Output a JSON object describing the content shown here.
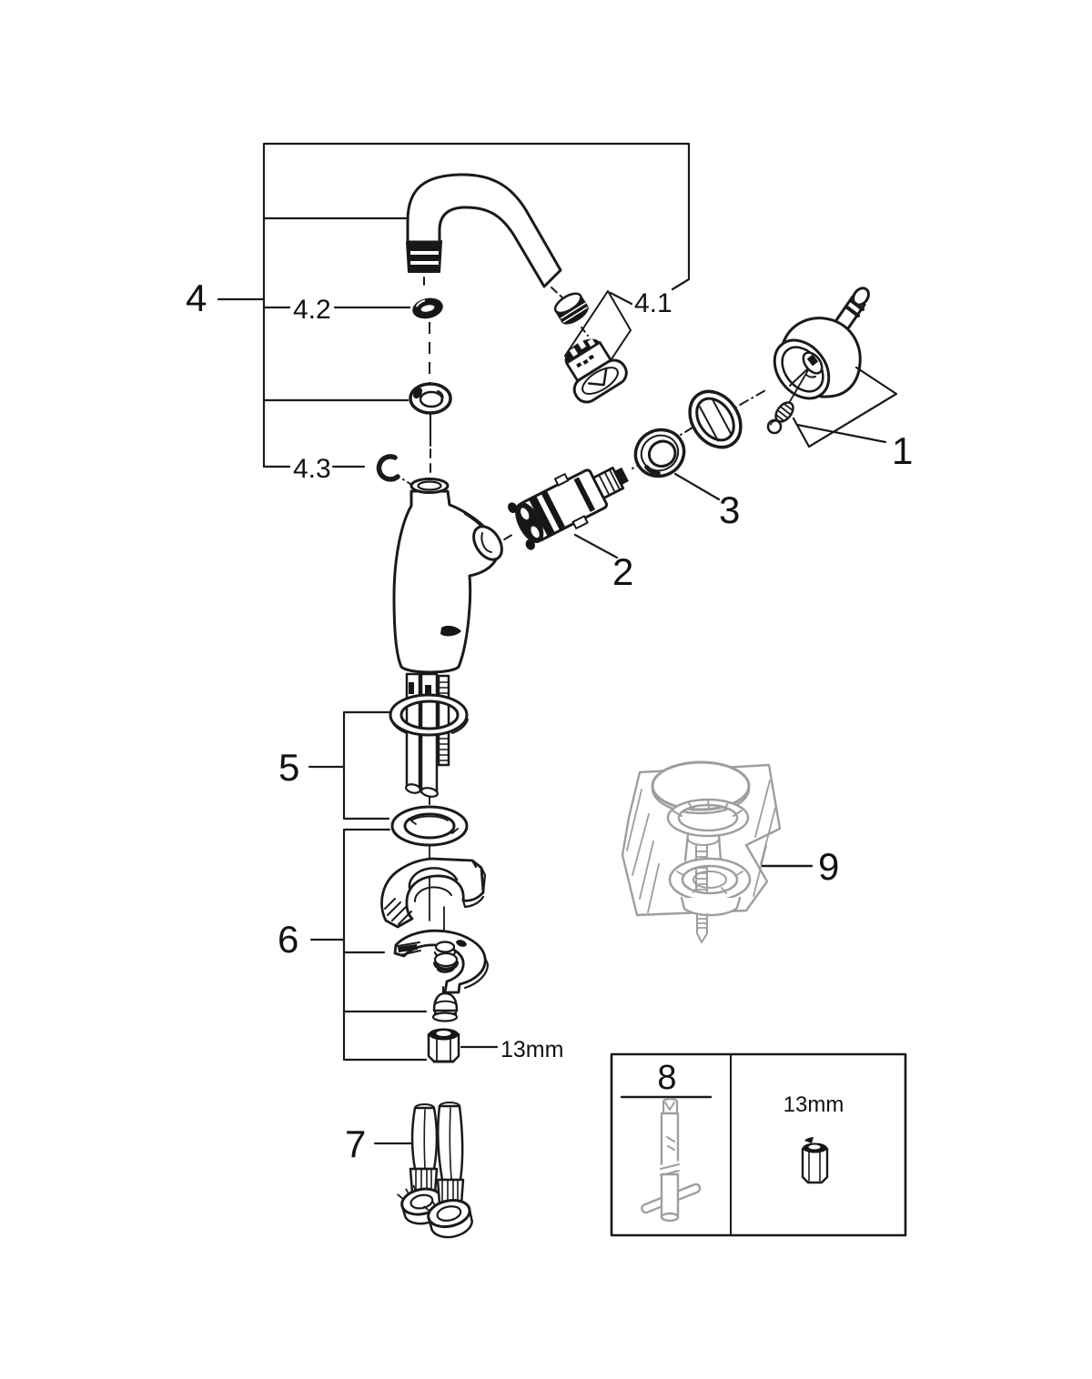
{
  "labels": {
    "part1": "1",
    "part2": "2",
    "part3": "3",
    "part4": "4",
    "part4_1": "4.1",
    "part4_2": "4.2",
    "part4_3": "4.3",
    "part5": "5",
    "part6": "6",
    "part7": "7",
    "part8": "8",
    "part9": "9"
  },
  "annotations": {
    "nut_wrench_size": "13mm",
    "box_wrench_size": "13mm"
  },
  "colors": {
    "ink": "#1a1a1a",
    "label": "#111111",
    "gray": "#9e9e9e",
    "background": "#ffffff"
  }
}
